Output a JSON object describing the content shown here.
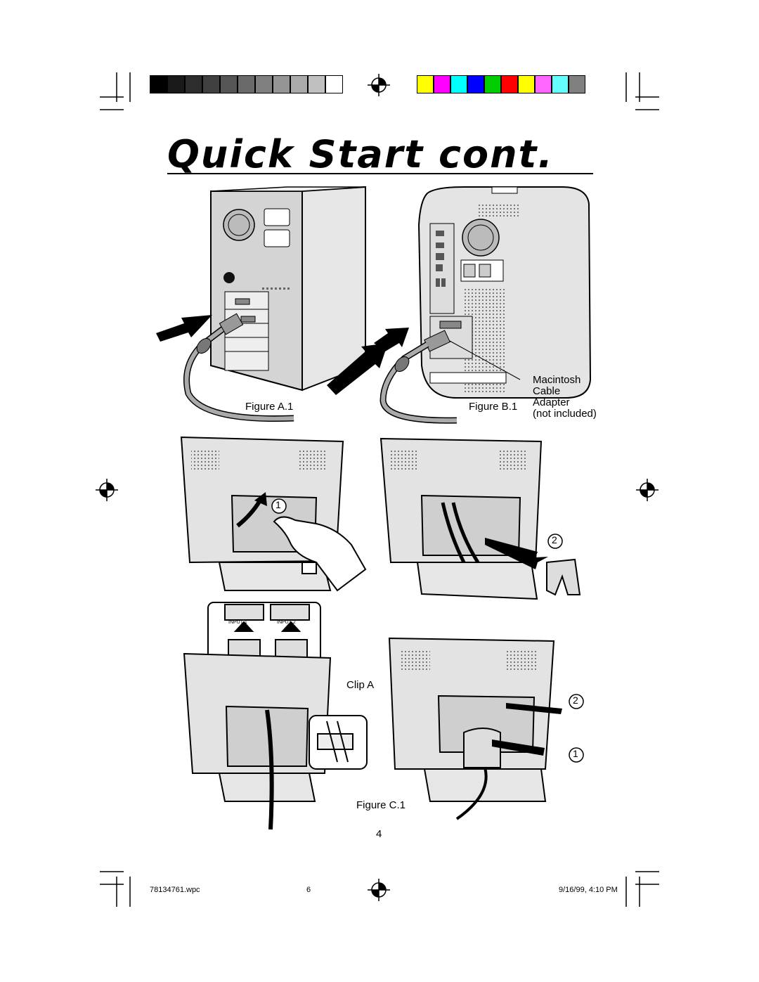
{
  "page": {
    "title": "Quick Start cont.",
    "page_number": "4"
  },
  "figures": {
    "a1_label": "Figure A.1",
    "b1_label": "Figure B.1",
    "c1_label": "Figure C.1",
    "mac_adapter": [
      "Macintosh",
      "Cable",
      "Adapter",
      "(not included)"
    ],
    "clip_label": "Clip A",
    "input1": "INPUT 1",
    "input2": "INPUT 2",
    "step1": "1",
    "step2": "2"
  },
  "footer": {
    "filename": "78134761.wpc",
    "sheet": "6",
    "timestamp": "9/16/99, 4:10 PM"
  },
  "colors": {
    "gray_bar": [
      "#000000",
      "#1a1a1a",
      "#2d2d2d",
      "#404040",
      "#555555",
      "#6a6a6a",
      "#808080",
      "#959595",
      "#aaaaaa",
      "#c0c0c0",
      "#ffffff"
    ],
    "color_bar": [
      "#ffff00",
      "#ff00ff",
      "#00ffff",
      "#0000ff",
      "#00cc00",
      "#ff0000",
      "#ffff00",
      "#ff66ff",
      "#66ffff",
      "#808080"
    ]
  }
}
